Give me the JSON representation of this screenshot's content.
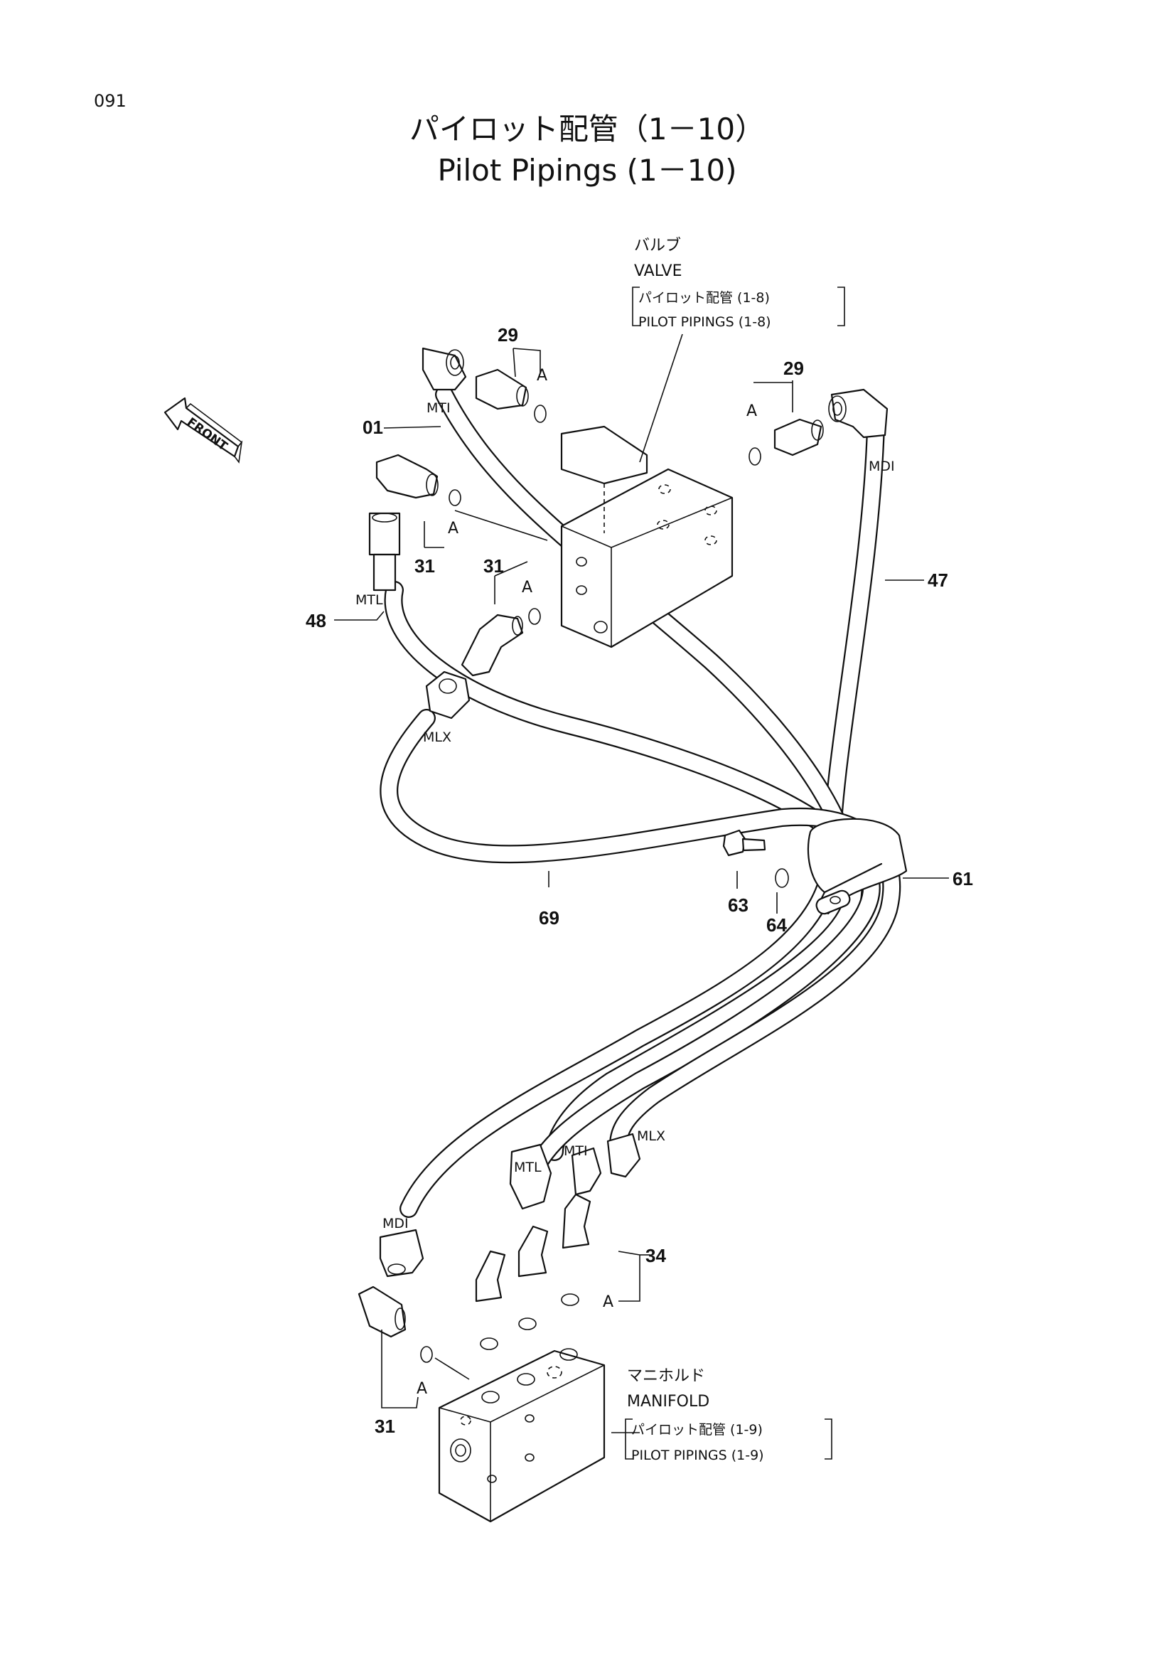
{
  "page_number": "091",
  "title_jp": "パイロット配管（1－10）",
  "title_en": "Pilot Pipings (1－10)",
  "front_label": "FRONT",
  "valve": {
    "name_jp": "バルブ",
    "name_en": "VALVE",
    "ref_jp": "パイロット配管 (1-8)",
    "ref_en": "PILOT PIPINGS (1-8)"
  },
  "manifold": {
    "name_jp": "マニホルド",
    "name_en": "MANIFOLD",
    "ref_jp": "パイロット配管 (1-9)",
    "ref_en": "PILOT PIPINGS (1-9)"
  },
  "part_numbers": {
    "p01": "01",
    "p29_left": "29",
    "p29_right": "29",
    "p31_upper_left": "31",
    "p31_upper_mid": "31",
    "p31_lower": "31",
    "p34": "34",
    "p47": "47",
    "p48": "48",
    "p61": "61",
    "p63": "63",
    "p64": "64",
    "p69": "69"
  },
  "port_labels": {
    "mti_top": "MTI",
    "mdi_top": "MDI",
    "mtl_top": "MTL",
    "mlx_top": "MLX",
    "mlx_bottom": "MLX",
    "mti_bottom": "MTI",
    "mtl_bottom": "MTL",
    "mdi_bottom": "MDI"
  },
  "oring_ref": {
    "a1": "A",
    "a2": "A",
    "a3": "A",
    "a4": "A",
    "a5": "A",
    "a6": "A"
  }
}
